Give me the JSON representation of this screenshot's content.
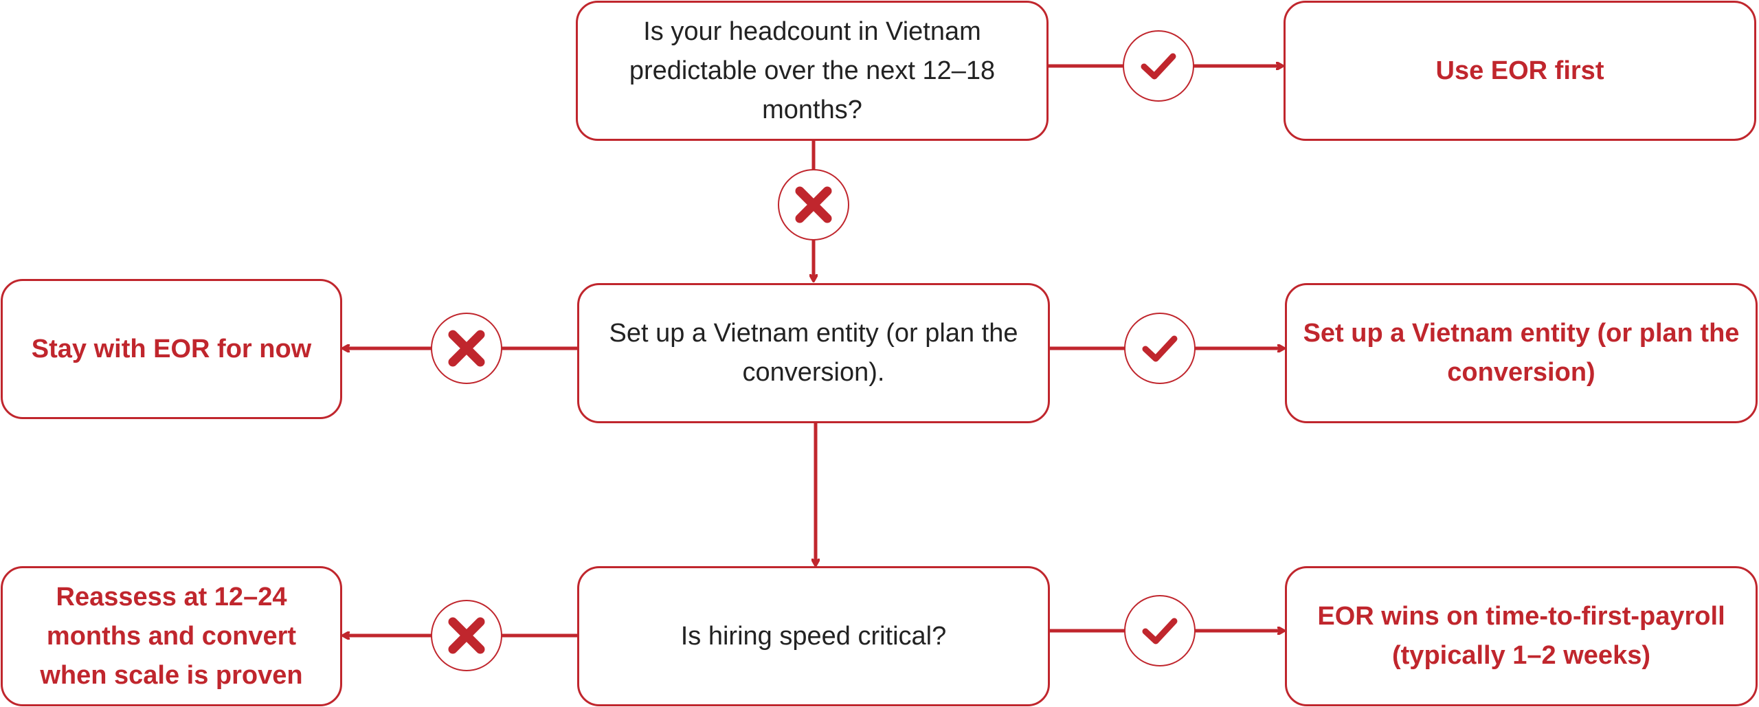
{
  "nodes": {
    "q1": "Is your headcount in Vietnam predictable over the next 12–18 months?",
    "use_eor_first": "Use EOR first",
    "q2": "Set up a Vietnam entity (or plan the conversion).",
    "stay_eor": "Stay with EOR for now",
    "setup_entity": "Set up a Vietnam entity (or plan the conversion)",
    "q3": "Is hiring speed critical?",
    "reassess": "Reassess at 12–24 months and convert when scale is proven",
    "eor_wins": "EOR wins on time-to-first-payroll (typically 1–2 weeks)"
  },
  "badges": {
    "yes": "check-icon",
    "no": "cross-icon"
  },
  "colors": {
    "accent": "#c0262d",
    "question_text": "#222222",
    "background": "#ffffff"
  }
}
